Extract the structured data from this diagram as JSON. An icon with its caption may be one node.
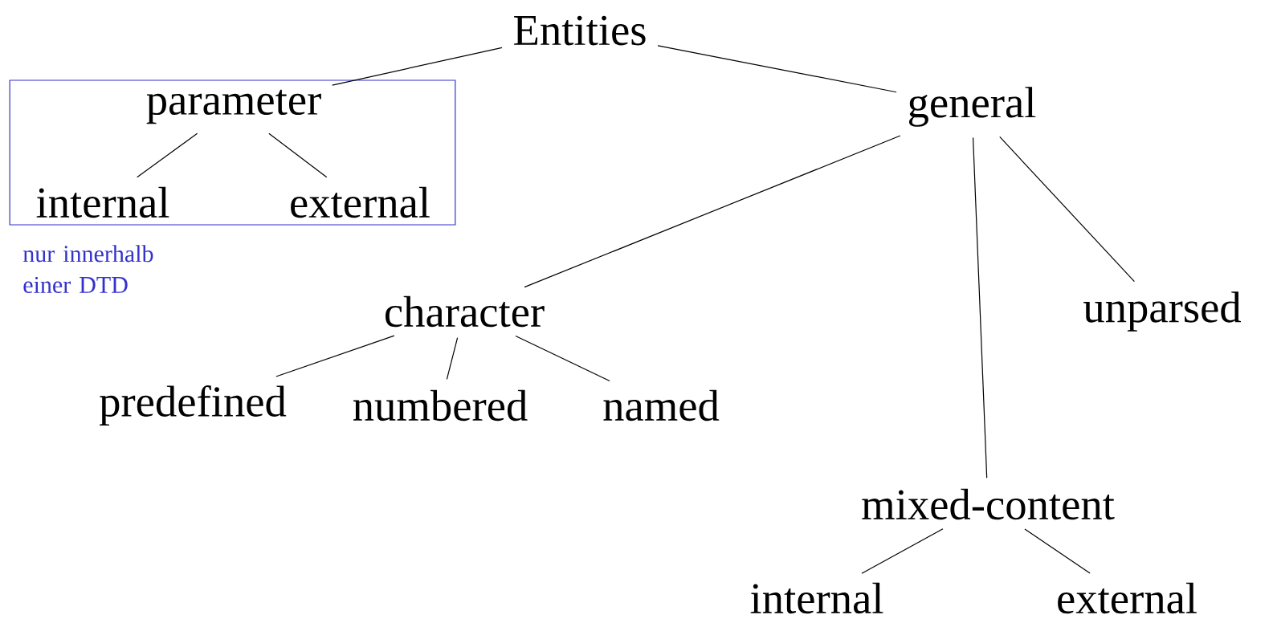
{
  "diagram": {
    "nodes": [
      {
        "text": [
          "Entities"
        ]
      },
      {
        "text": [],
        "shape": "box",
        "beside": [
          "nur innerhalb einer DTD"
        ]
      },
      {
        "text": [
          "parameter"
        ],
        "in": 1
      },
      {
        "text": [
          "internal"
        ],
        "in": 1
      },
      {
        "text": [
          "external"
        ],
        "in": 1
      },
      {
        "text": [
          "general"
        ]
      },
      {
        "text": [
          "character"
        ]
      },
      {
        "text": [
          "unparsed"
        ]
      },
      {
        "text": [
          "predefined"
        ]
      },
      {
        "text": [
          "numbered"
        ]
      },
      {
        "text": [
          "named"
        ]
      },
      {
        "text": [
          "mixed-content"
        ]
      },
      {
        "text": [
          "internal"
        ]
      },
      {
        "text": [
          "external"
        ]
      }
    ],
    "edges": [
      {
        "from": 0,
        "to": 2,
        "arrow": "none"
      },
      {
        "from": 0,
        "to": 5,
        "arrow": "none"
      },
      {
        "from": 2,
        "to": 3,
        "arrow": "none"
      },
      {
        "from": 2,
        "to": 4,
        "arrow": "none"
      },
      {
        "from": 5,
        "to": 6,
        "arrow": "none"
      },
      {
        "from": 5,
        "to": 11,
        "arrow": "none"
      },
      {
        "from": 5,
        "to": 7,
        "arrow": "none"
      },
      {
        "from": 6,
        "to": 8,
        "arrow": "none"
      },
      {
        "from": 6,
        "to": 9,
        "arrow": "none"
      },
      {
        "from": 6,
        "to": 10,
        "arrow": "none"
      },
      {
        "from": 11,
        "to": 12,
        "arrow": "none"
      },
      {
        "from": 11,
        "to": 13,
        "arrow": "none"
      }
    ]
  }
}
